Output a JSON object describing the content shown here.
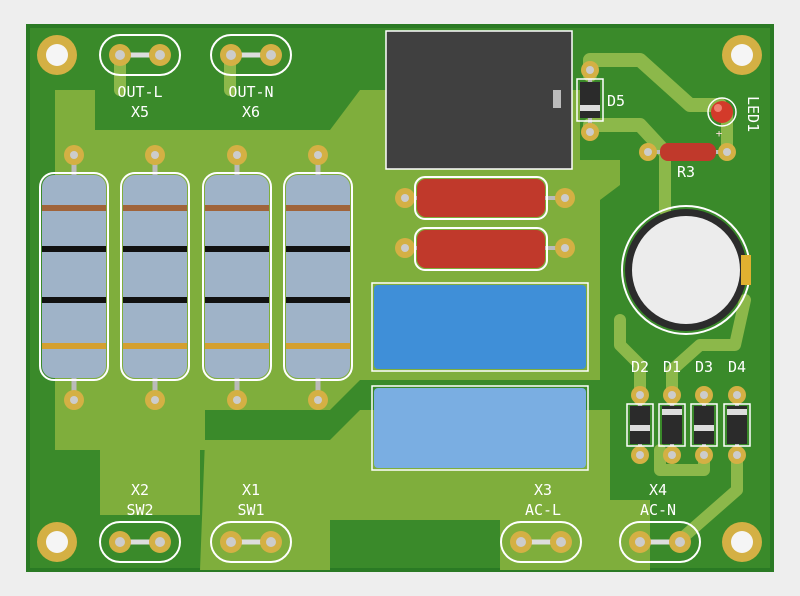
{
  "board": {
    "colors": {
      "background": "#eeeeee",
      "board_edge": "#2a7a24",
      "soldermask": "#3a8a2a",
      "copper_pour": "#7fae3c",
      "copper_trace": "#8cb84a",
      "pad": "#d4b044",
      "silkscreen": "#ffffff",
      "resistor_body": "#9fb3c8",
      "capacitor_red": "#c0392b",
      "capacitor_blue": "#3f8fd8",
      "relay_black": "#3f3f3f"
    },
    "labels": {
      "x5_name": "OUT-L",
      "x5_ref": "X5",
      "x6_name": "OUT-N",
      "x6_ref": "X6",
      "x2_ref": "X2",
      "x2_name": "SW2",
      "x1_ref": "X1",
      "x1_name": "SW1",
      "x3_ref": "X3",
      "x3_name": "AC-L",
      "x4_ref": "X4",
      "x4_name": "AC-N",
      "d5": "D5",
      "led1": "LED1",
      "led_plus": "+",
      "r3": "R3",
      "d2": "D2",
      "d1": "D1",
      "d3": "D3",
      "d4": "D4"
    }
  }
}
